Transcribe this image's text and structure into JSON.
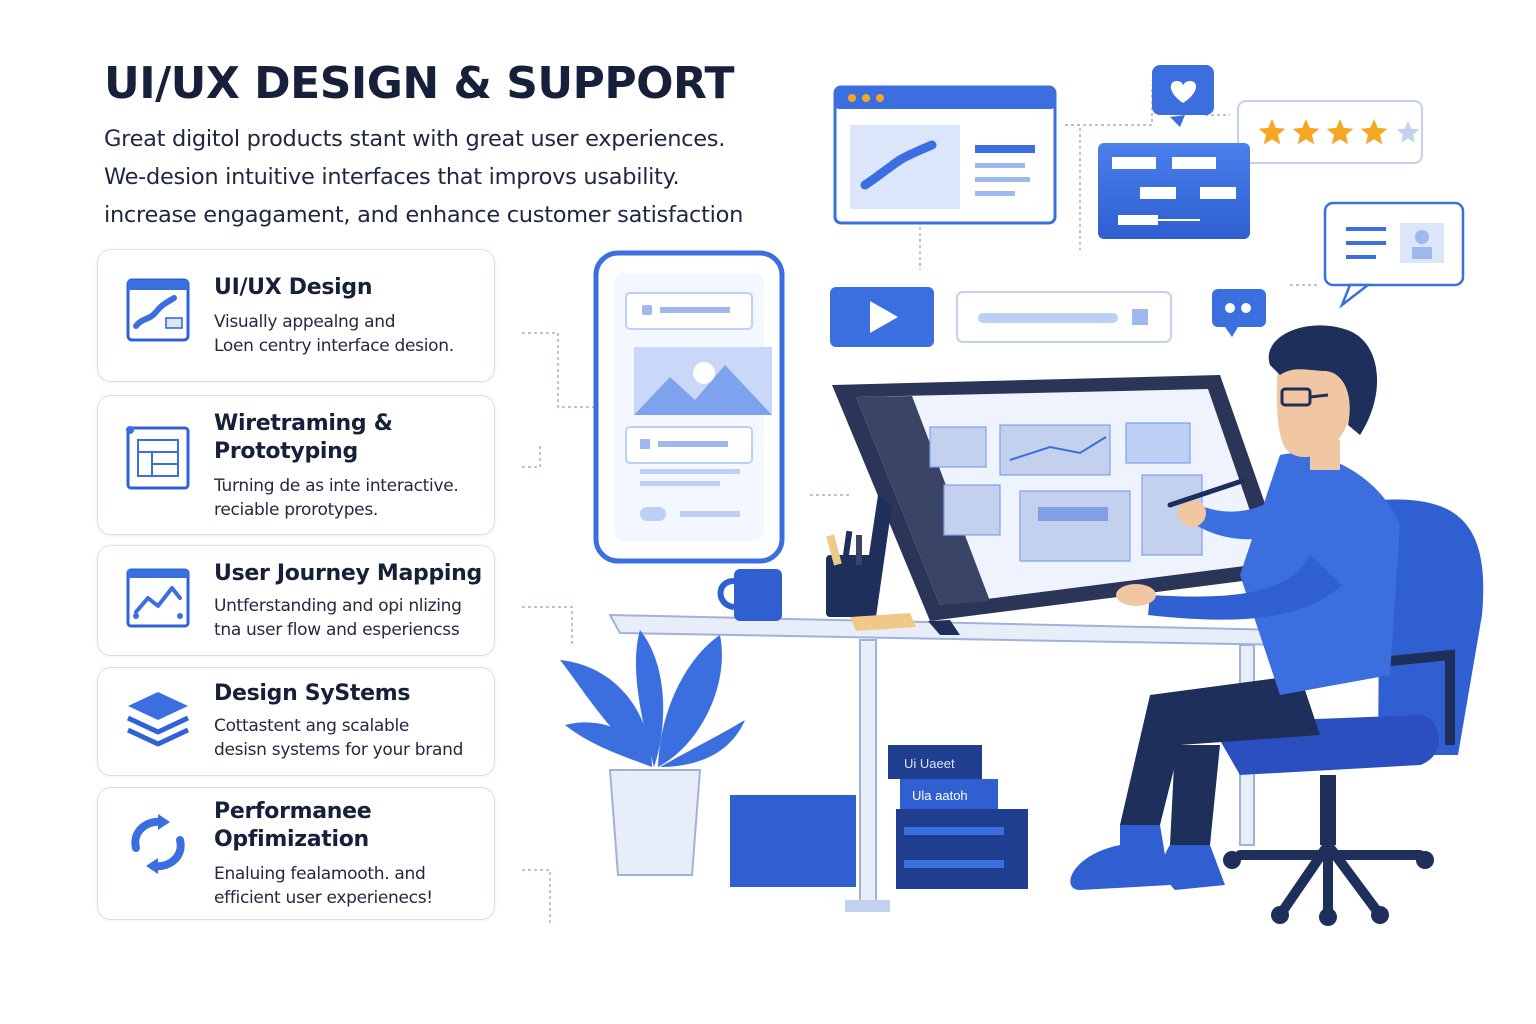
{
  "header": {
    "title": "UI/UX DESIGN & SUPPORT",
    "intro_lines": [
      "Great digitol products stant with great user experiences.",
      "We-desion intuitive interfaces that improvs usability.",
      "increase engagament, and enhance customer satisfaction"
    ]
  },
  "services": [
    {
      "title_lines": [
        "UI/UX Design"
      ],
      "desc_lines": [
        "Visually appealng and",
        "Loen centry interface desion."
      ],
      "icon": "design-window-icon"
    },
    {
      "title_lines": [
        "Wiretraming &",
        "Prototyping"
      ],
      "desc_lines": [
        "Turning de as inte interactive.",
        "reciable prorotypes."
      ],
      "icon": "wireframe-icon"
    },
    {
      "title_lines": [
        "User Journey Mapping"
      ],
      "desc_lines": [
        "Untferstanding and opi nlizing",
        "tna user flow and esperiencss"
      ],
      "icon": "journey-chart-icon"
    },
    {
      "title_lines": [
        "Design SyStems"
      ],
      "desc_lines": [
        "Cottastent ang scalable",
        "desisn systems for your brand"
      ],
      "icon": "layers-icon"
    },
    {
      "title_lines": [
        "Performanee",
        "Opfimization"
      ],
      "desc_lines": [
        "Enaluing fealamooth. and",
        "efficient user experienecs!"
      ],
      "icon": "optimization-arrows-icon"
    }
  ],
  "illustration": {
    "book_labels": [
      "Ui Uaeet",
      "Ula aatoh"
    ],
    "rating_stars": 4,
    "colors": {
      "primary": "#3b6fe0",
      "dark": "#1f3e8f",
      "light": "#dbe6fb",
      "navy": "#1e2f5c",
      "star": "#f5a623"
    }
  }
}
